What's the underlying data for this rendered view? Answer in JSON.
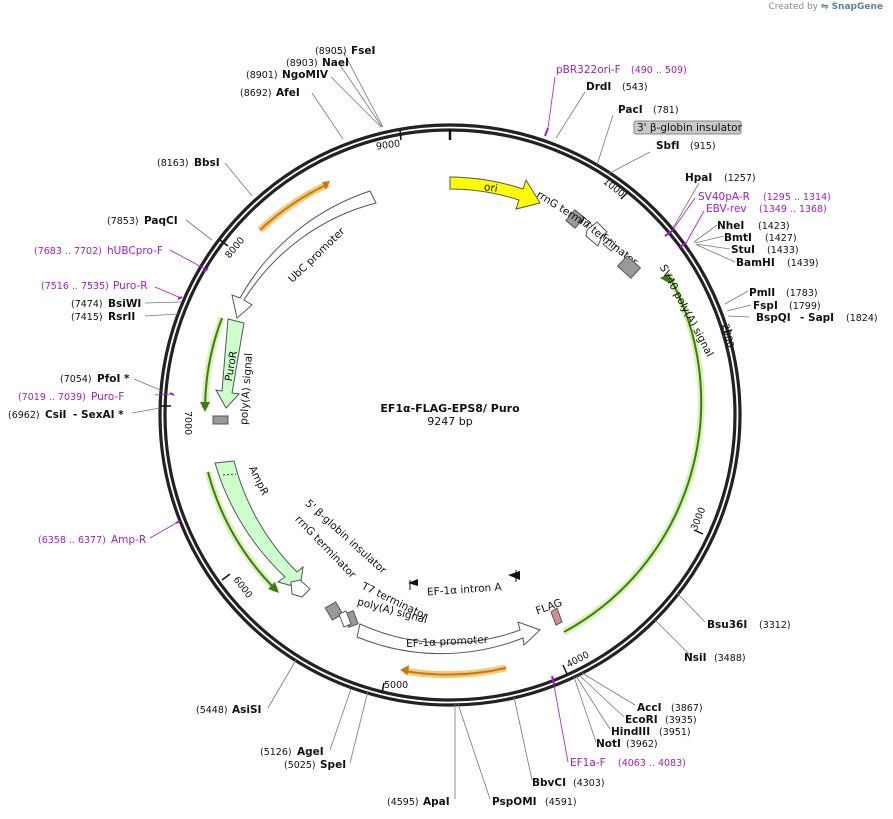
{
  "credit": {
    "prefix": "Created by",
    "brand": "SnapGene"
  },
  "plasmid": {
    "name": "EF1α-FLAG-EPS8/ Puro",
    "length_label": "9247 bp",
    "length": 9247
  },
  "ticks": [
    "1000",
    "2000",
    "3000",
    "4000",
    "5000",
    "6000",
    "7000",
    "8000",
    "9000"
  ],
  "enzymes": [
    {
      "name": "FseI",
      "pos": "(8905)"
    },
    {
      "name": "NaeI",
      "pos": "(8903)"
    },
    {
      "name": "NgoMIV",
      "pos": "(8901)"
    },
    {
      "name": "AfeI",
      "pos": "(8692)"
    },
    {
      "name": "BbsI",
      "pos": "(8163)"
    },
    {
      "name": "PaqCI",
      "pos": "(7853)"
    },
    {
      "name": "BsiWI",
      "pos": "(7474)"
    },
    {
      "name": "RsrII",
      "pos": "(7415)"
    },
    {
      "name": "PfoI *",
      "pos": "(7054)"
    },
    {
      "name": "CsiI",
      "pos": "(6962)",
      "extra": "- SexAI *"
    },
    {
      "name": "AsiSI",
      "pos": "(5448)"
    },
    {
      "name": "AgeI",
      "pos": "(5126)"
    },
    {
      "name": "SpeI",
      "pos": "(5025)"
    },
    {
      "name": "ApaI",
      "pos": "(4595)"
    },
    {
      "name": "PspOMI",
      "pos": "(4591)"
    },
    {
      "name": "BbvCI",
      "pos": "(4303)"
    },
    {
      "name": "NotI",
      "pos": "(3962)"
    },
    {
      "name": "HindIII",
      "pos": "(3951)"
    },
    {
      "name": "EcoRI",
      "pos": "(3935)"
    },
    {
      "name": "AccI",
      "pos": "(3867)"
    },
    {
      "name": "NsiI",
      "pos": "(3488)"
    },
    {
      "name": "Bsu36I",
      "pos": "(3312)"
    },
    {
      "name": "BspQI",
      "pos": "(1824)",
      "extra": "- SapI"
    },
    {
      "name": "FspI",
      "pos": "(1799)"
    },
    {
      "name": "PmlI",
      "pos": "(1783)"
    },
    {
      "name": "BamHI",
      "pos": "(1439)"
    },
    {
      "name": "StuI",
      "pos": "(1433)"
    },
    {
      "name": "BmtI",
      "pos": "(1427)"
    },
    {
      "name": "NheI",
      "pos": "(1423)"
    },
    {
      "name": "HpaI",
      "pos": "(1257)"
    },
    {
      "name": "SbfI",
      "pos": "(915)"
    },
    {
      "name": "PacI",
      "pos": "(781)"
    },
    {
      "name": "DrdI",
      "pos": "(543)"
    }
  ],
  "primers": [
    {
      "name": "pBR322ori-F",
      "pos": "(490 .. 509)"
    },
    {
      "name": "SV40pA-R",
      "pos": "(1295 .. 1314)"
    },
    {
      "name": "EBV-rev",
      "pos": "(1349 .. 1368)"
    },
    {
      "name": "hUBCpro-F",
      "pos": "(7683 .. 7702)"
    },
    {
      "name": "Puro-R",
      "pos": "(7516 .. 7535)"
    },
    {
      "name": "Puro-F",
      "pos": "(7019 .. 7039)"
    },
    {
      "name": "Amp-R",
      "pos": "(6358 .. 6377)"
    },
    {
      "name": "EF1a-F",
      "pos": "(4063 .. 4083)"
    }
  ],
  "features": {
    "ori": "ori",
    "globin_insulator_3": "3' β-globin insulator",
    "rrnG_terminator": "rrnG terminator",
    "t7_terminator": "T7 terminator",
    "sv40_polyA": "SV40 poly(A) signal",
    "ubc_promoter": "UbC promoter",
    "puroR": "PuroR",
    "polyA_signal": "poly(A) signal",
    "ampR": "AmpR",
    "globin_insulator_5": "5' β-globin insulator",
    "rrnG_terminator_2": "rrnG terminator",
    "t7_terminator_2": "T7 terminator",
    "polyA_signal_2": "poly(A) signal",
    "ef1a_intron": "EF-1α intron A",
    "ef1a_promoter": "EF-1α promoter",
    "flag": "FLAG"
  },
  "colors": {
    "backbone": "#222222",
    "ori": "#ffff00",
    "marker": "#ccffcc",
    "orf_arc": "#4c8c1e",
    "primer": "#a21dc4",
    "insulator_arc": "#f0a030",
    "flag": "#d48b9b"
  }
}
